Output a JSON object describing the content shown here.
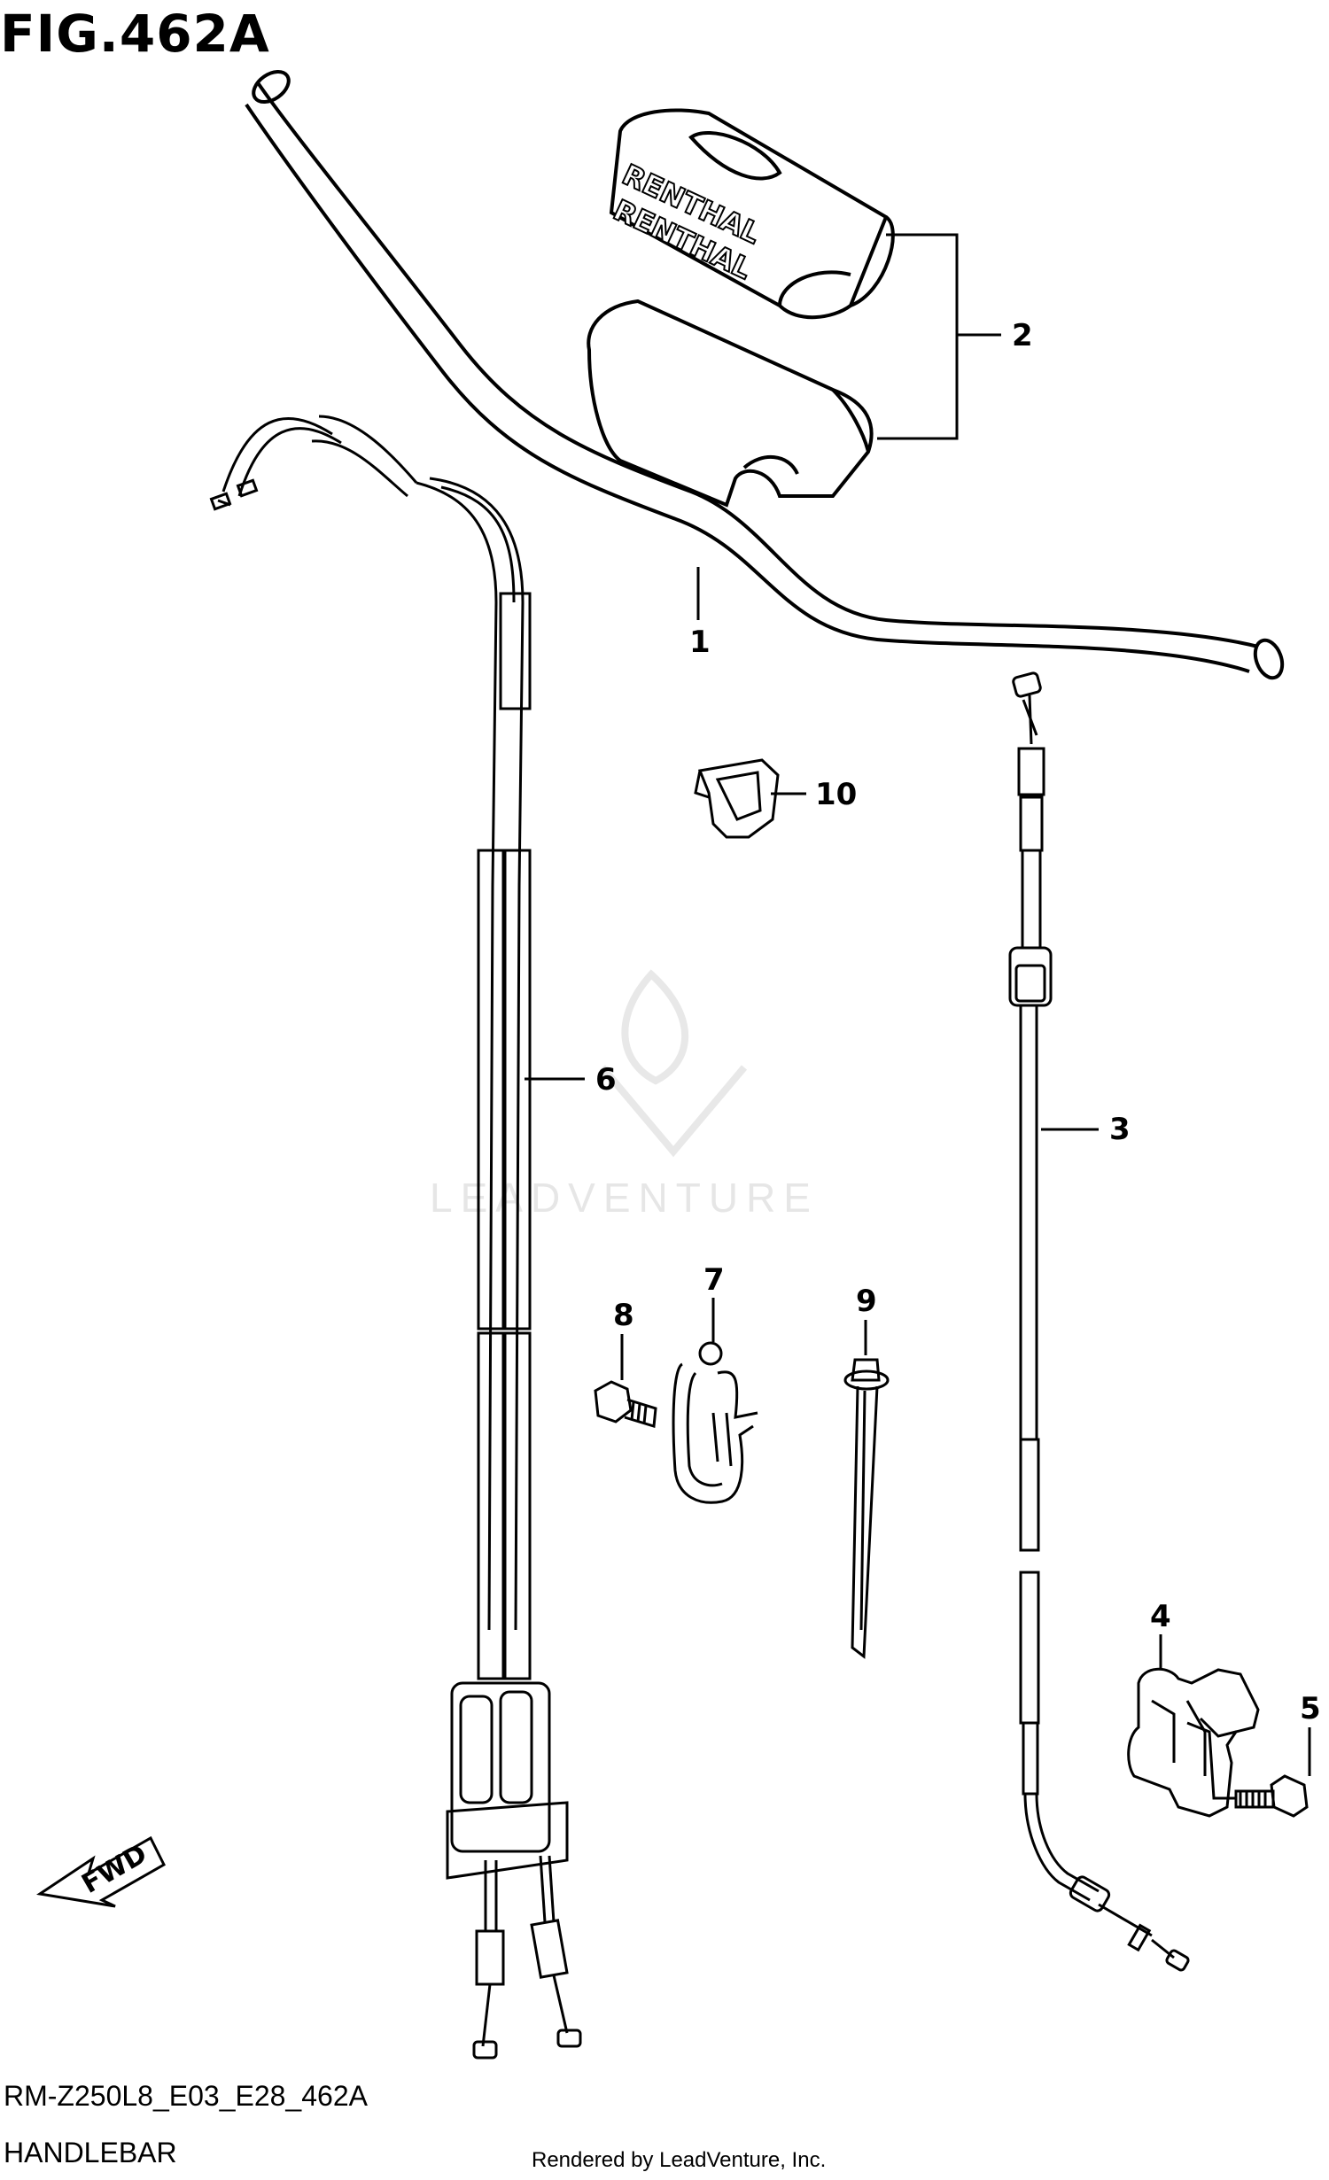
{
  "figure": {
    "title": "FIG.462A",
    "code": "RM-Z250L8_E03_E28_462A",
    "name": "HANDLEBAR"
  },
  "callouts": [
    "1",
    "2",
    "3",
    "4",
    "5",
    "6",
    "7",
    "8",
    "9",
    "10"
  ],
  "pad_brand": "RENTHAL",
  "fwd_label": "FWD",
  "watermark": "LEADVENTURE",
  "credit": "Rendered by LeadVenture, Inc.",
  "colors": {
    "line": "#000000",
    "background": "#ffffff",
    "watermark": "#e6e6e6"
  }
}
